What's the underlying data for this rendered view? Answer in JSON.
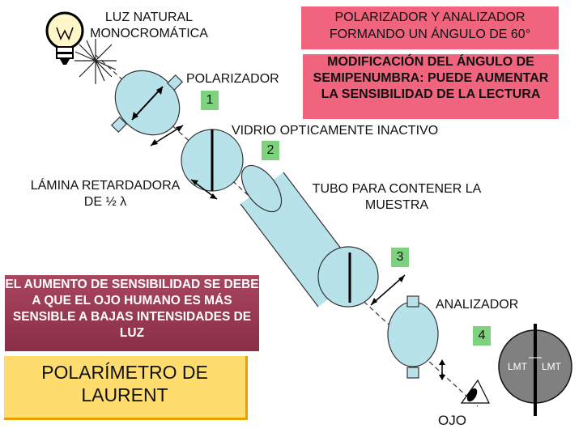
{
  "labels": {
    "natural_light": "LUZ NATURAL MONOCROMÁTICA",
    "polarizer_analyzer": "POLARIZADOR Y ANALIZADOR FORMANDO UN ÁNGULO DE 60°",
    "angle_modification": "MODIFICACIÓN DEL ÁNGULO DE SEMIPENUMBRA: PUEDE AUMENTAR LA SENSIBILIDAD DE LA LECTURA",
    "polarizer": "POLARIZADOR",
    "glass": "VIDRIO OPTICAMENTE INACTIVO",
    "retarder_line1": "LÁMINA RETARDADORA",
    "retarder_line2": "DE ½ λ",
    "tube": "TUBO PARA CONTENER LA MUESTRA",
    "analyzer": "ANALIZADOR",
    "sensitivity_note": "EL AUMENTO DE SENSIBILIDAD SE DEBE A QUE EL OJO HUMANO ES MÁS SENSIBLE A BAJAS INTENSIDADES DE LUZ",
    "title": "POLARÍMETRO DE LAURENT",
    "eye": "OJO",
    "lmt_left": "LMT",
    "lmt_right": "LMT"
  },
  "markers": [
    "1",
    "2",
    "3",
    "4"
  ],
  "colors": {
    "pink_box": "#f0647e",
    "green_marker": "#7ed27e",
    "note_box": "#8a2e47",
    "title_box": "#ffdc6e",
    "component_fill": "#b7e2ea",
    "field_disc": "#808080"
  }
}
